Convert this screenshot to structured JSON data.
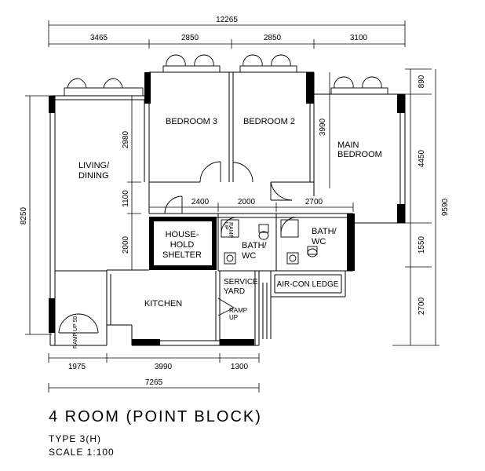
{
  "plan": {
    "title": "4 ROOM (POINT BLOCK)",
    "type": "TYPE 3(H)",
    "scale": "SCALE 1:100"
  },
  "dimensions": {
    "top_total": "12265",
    "top_segments": [
      "3465",
      "2850",
      "2850",
      "3100"
    ],
    "bottom_total": "7265",
    "bottom_segments": [
      "1975",
      "3990",
      "1300"
    ],
    "left_total": "8250",
    "left_segments": [
      "2980",
      "1100",
      "2000"
    ],
    "inner_horizontal": [
      "2400",
      "2000",
      "2700"
    ],
    "main_bedroom_height": "3990",
    "right_segments": [
      "890",
      "4450",
      "1550",
      "2700"
    ],
    "right_total": "9590"
  },
  "rooms": {
    "bedroom3": "BEDROOM 3",
    "bedroom2": "BEDROOM 2",
    "main_bedroom_l1": "MAIN",
    "main_bedroom_l2": "BEDROOM",
    "living_l1": "LIVING/",
    "living_l2": "DINING",
    "shelter_l1": "HOUSE-",
    "shelter_l2": "HOLD",
    "shelter_l3": "SHELTER",
    "bath1_l1": "BATH/",
    "bath1_l2": "WC",
    "bath2_l1": "BATH/",
    "bath2_l2": "WC",
    "kitchen": "KITCHEN",
    "service_l1": "SERVICE",
    "service_l2": "YARD",
    "aircon": "AIR-CON LEDGE",
    "ramp_l1": "RAMP",
    "ramp_l2": "UP",
    "ramp_small_1": "RAMP",
    "ramp_small_2": "UP",
    "ramp_entrance": "RAMP UP 50"
  }
}
